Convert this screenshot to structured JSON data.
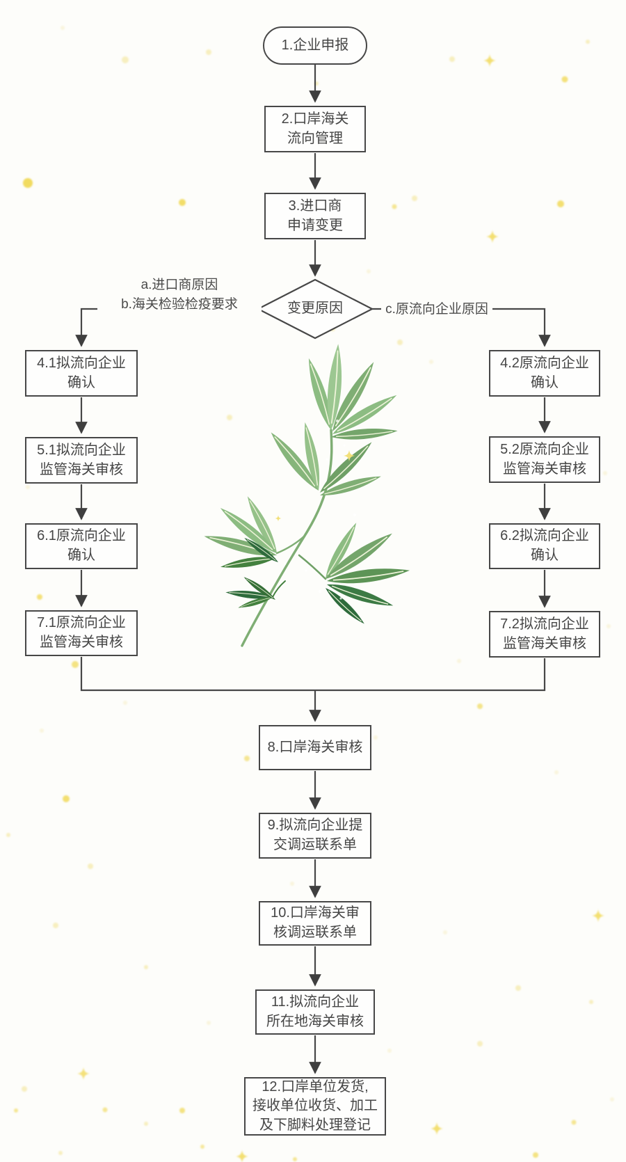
{
  "flow": {
    "node1": "1.企业申报",
    "node2": "2.口岸海关\n流向管理",
    "node3": "3.进口商\n申请变更",
    "decision": "变更原因",
    "branch_ab": "a.进口商原因\nb.海关检验检疫要求",
    "branch_c": "c.原流向企业原因",
    "node4_1": "4.1拟流向企业\n确认",
    "node5_1": "5.1拟流向企业\n监管海关审核",
    "node6_1": "6.1原流向企业\n确认",
    "node7_1": "7.1原流向企业\n监管海关审核",
    "node4_2": "4.2原流向企业\n确认",
    "node5_2": "5.2原流向企业\n监管海关审核",
    "node6_2": "6.2拟流向企业\n确认",
    "node7_2": "7.2拟流向企业\n监管海关审核",
    "node8": "8.口岸海关审核",
    "node9": "9.拟流向企业提\n交调运联系单",
    "node10": "10.口岸海关审\n核调运联系单",
    "node11": "11.拟流向企业\n所在地海关审核",
    "node12": "12.口岸单位发货,\n接收单位收货、加工\n及下脚料处理登记"
  },
  "colors": {
    "line": "#474747",
    "node_border": "#474747",
    "node_fill": "#fefefd",
    "text": "#454545",
    "background": "#fdfdfa",
    "sparkle_bright": "#f0d74f",
    "sparkle_pale": "#f3e48e",
    "leaf_light": "#9cc791",
    "leaf_mid": "#7fae74",
    "leaf_dark": "#2e6b3c"
  },
  "decorations": {
    "plant": "green-leaf-branch-illustration",
    "sparkles": "pale-yellow-dots-and-stars"
  }
}
